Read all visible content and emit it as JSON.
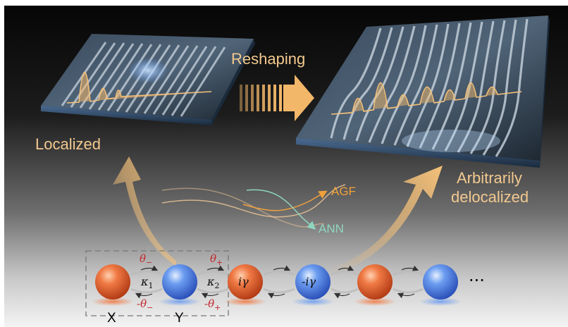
{
  "labels": {
    "reshaping": "Reshaping",
    "localized": "Localized",
    "arbitrarily": "Arbitrarily",
    "delocalized": "delocalized",
    "agf": "AGF",
    "ann": "ANN",
    "x": "X",
    "y": "Y",
    "ellipsis": "···"
  },
  "chain": {
    "theta_minus_top": "θ",
    "theta_minus_bottom": "-θ",
    "theta_plus_top": "θ",
    "theta_plus_bottom": "-θ",
    "kappa1": "κ",
    "kappa1_sub": "1",
    "kappa2": "κ",
    "kappa2_sub": "2",
    "gain": "iγ",
    "loss": "-iγ",
    "minus_sub": "−",
    "plus_sub": "+"
  },
  "colors": {
    "gain_site": "#e8693c",
    "loss_site": "#5b8ee8",
    "arrow": "#f6c27a",
    "agf": "#f0a13c",
    "ann": "#8fd6bf",
    "label_warm": "#f3c98f",
    "coupling_red": "#c2272d"
  }
}
